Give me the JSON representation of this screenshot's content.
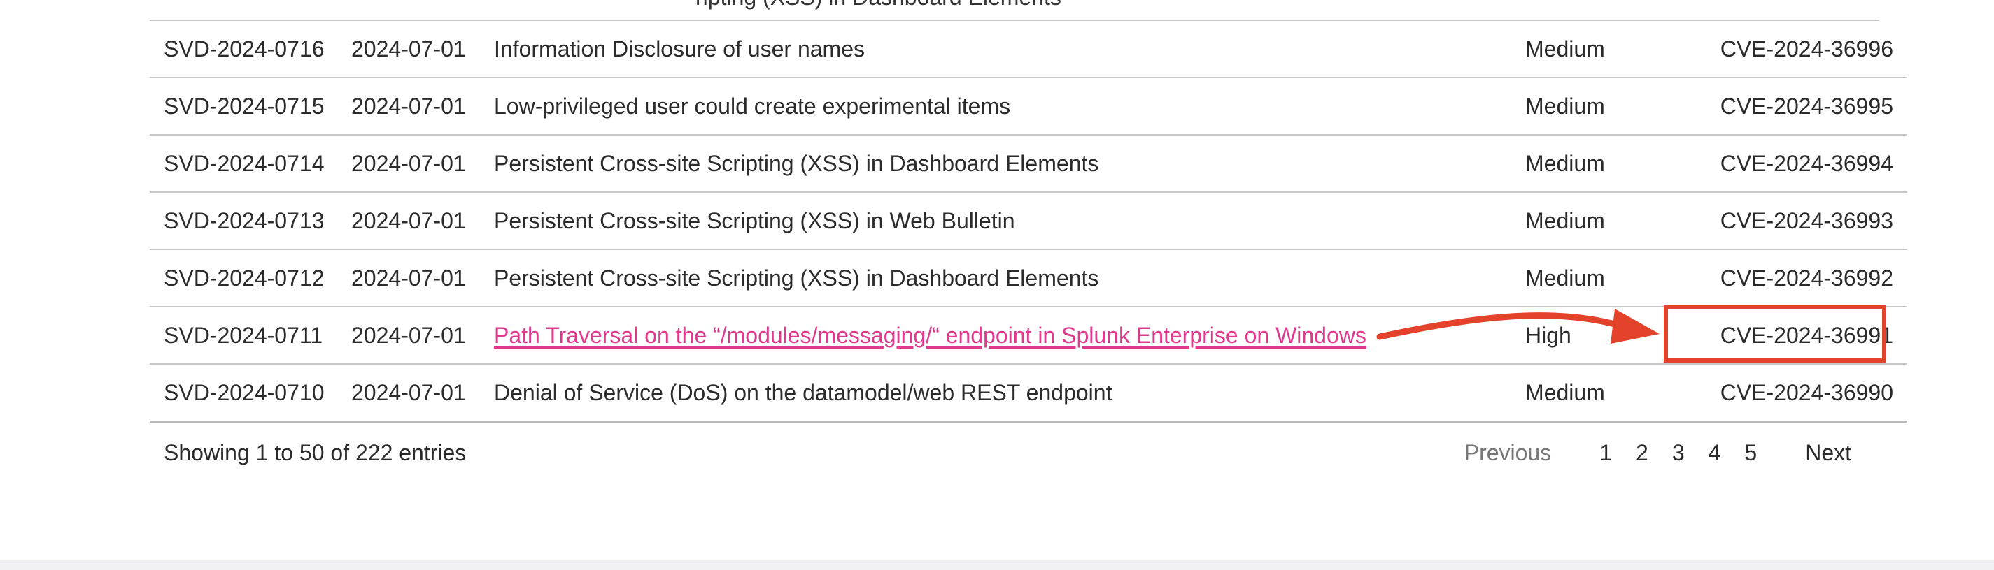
{
  "table": {
    "clipped_row_text": "ripting (XSS) in Dashboard Elements",
    "rows": [
      {
        "id": "SVD-2024-0716",
        "date": "2024-07-01",
        "title": "Information Disclosure of user names",
        "severity": "Medium",
        "cve": "CVE-2024-36996"
      },
      {
        "id": "SVD-2024-0715",
        "date": "2024-07-01",
        "title": "Low-privileged user could create experimental items",
        "severity": "Medium",
        "cve": "CVE-2024-36995"
      },
      {
        "id": "SVD-2024-0714",
        "date": "2024-07-01",
        "title": "Persistent Cross-site Scripting (XSS) in Dashboard Elements",
        "severity": "Medium",
        "cve": "CVE-2024-36994"
      },
      {
        "id": "SVD-2024-0713",
        "date": "2024-07-01",
        "title": "Persistent Cross-site Scripting (XSS) in Web Bulletin",
        "severity": "Medium",
        "cve": "CVE-2024-36993"
      },
      {
        "id": "SVD-2024-0712",
        "date": "2024-07-01",
        "title": "Persistent Cross-site Scripting (XSS) in Dashboard Elements",
        "severity": "Medium",
        "cve": "CVE-2024-36992"
      },
      {
        "id": "SVD-2024-0711",
        "date": "2024-07-01",
        "title": "Path Traversal on the “/modules/messaging/“ endpoint in Splunk Enterprise on Windows",
        "severity": "High",
        "cve": "CVE-2024-36991"
      },
      {
        "id": "SVD-2024-0710",
        "date": "2024-07-01",
        "title": "Denial of Service (DoS) on the datamodel/web REST endpoint",
        "severity": "Medium",
        "cve": "CVE-2024-36990"
      }
    ]
  },
  "footer": {
    "showing": "Showing 1 to 50 of 222 entries",
    "previous": "Previous",
    "pages": [
      "1",
      "2",
      "3",
      "4",
      "5"
    ],
    "next": "Next"
  },
  "colors": {
    "link": "#e0388c",
    "annotation": "#e2432a",
    "border": "#c8c8c8"
  }
}
